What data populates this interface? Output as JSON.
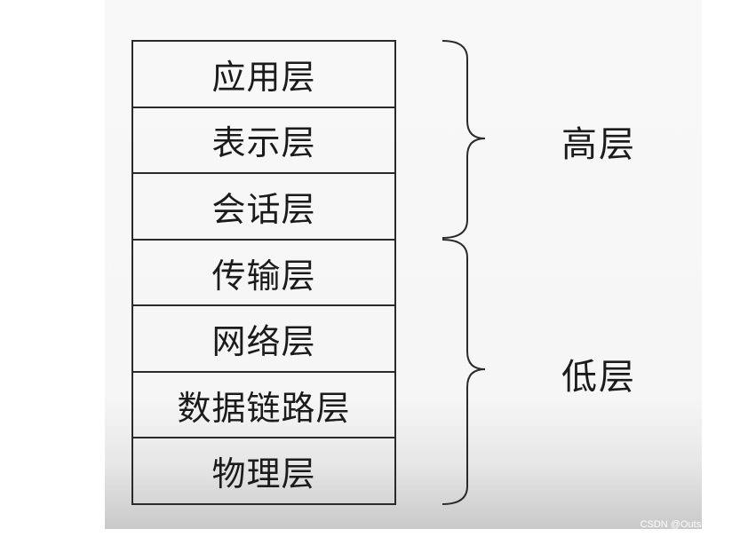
{
  "layers": [
    {
      "label": "应用层"
    },
    {
      "label": "表示层"
    },
    {
      "label": "会话层"
    },
    {
      "label": "传输层"
    },
    {
      "label": "网络层"
    },
    {
      "label": "数据链路层"
    },
    {
      "label": "物理层"
    }
  ],
  "groups": {
    "high": {
      "label": "高层"
    },
    "low": {
      "label": "低层"
    }
  },
  "watermark": "CSDN @Outside_",
  "colors": {
    "line": "#2a2a2a",
    "text": "#1b1b1b"
  }
}
